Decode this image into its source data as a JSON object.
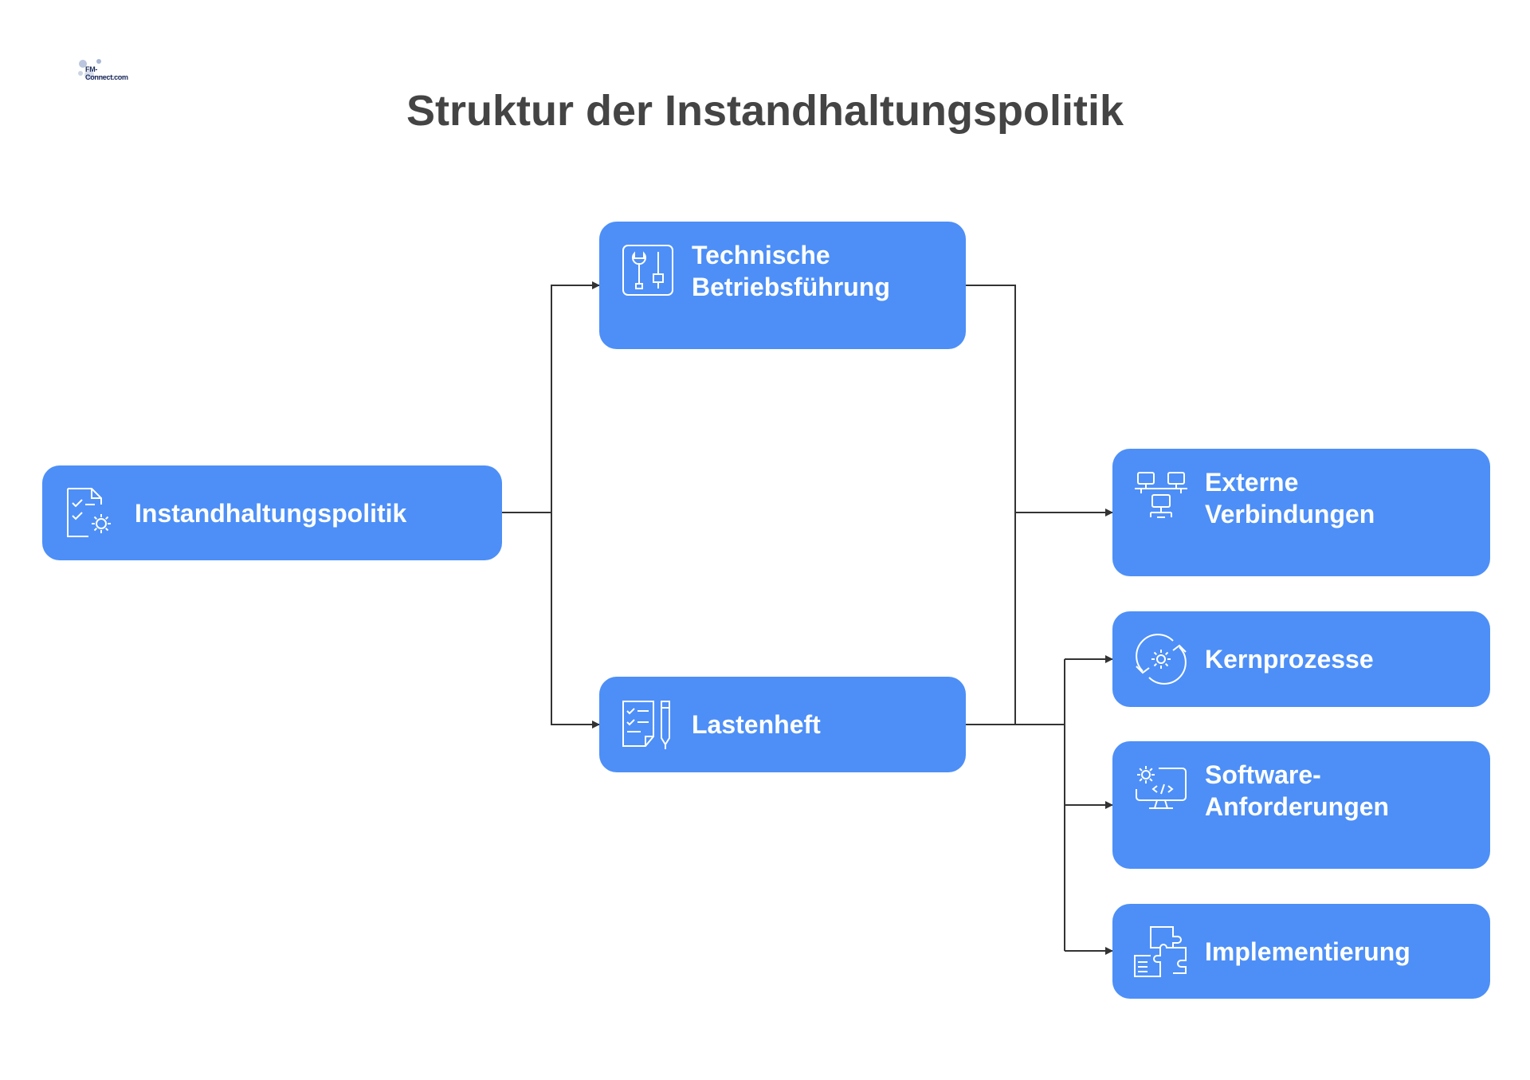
{
  "header": {
    "title": "Struktur der Instandhaltungspolitik",
    "logo_text": "FM-Connect.com"
  },
  "nodes": {
    "root": {
      "label": "Instandhaltungspolitik",
      "icon": "document-gear-icon"
    },
    "technical": {
      "label": "Technische\nBetriebsführung",
      "icon": "wrench-tools-icon"
    },
    "requirements": {
      "label": "Lastenheft",
      "icon": "checklist-pen-icon"
    },
    "external": {
      "label": "Externe\nVerbindungen",
      "icon": "network-computers-icon"
    },
    "core": {
      "label": "Kernprozesse",
      "icon": "gear-cycle-icon"
    },
    "software": {
      "label": "Software-\nAnforderungen",
      "icon": "monitor-code-gear-icon"
    },
    "implementation": {
      "label": "Implementierung",
      "icon": "puzzle-pieces-icon"
    }
  },
  "colors": {
    "node_fill": "#4d8ff7",
    "node_text": "#ffffff",
    "title_text": "#444444",
    "connector": "#333333"
  }
}
